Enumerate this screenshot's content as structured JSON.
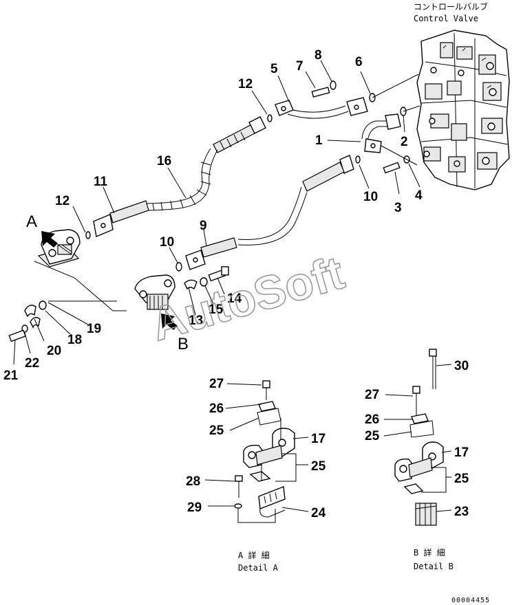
{
  "header": {
    "title_jp": "コントロールバルブ",
    "title_en": "Control Valve"
  },
  "watermark": "AutoSoft",
  "view_letters": {
    "a": "A",
    "b": "B"
  },
  "callouts": [
    {
      "id": "c1",
      "text": "1"
    },
    {
      "id": "c2",
      "text": "2"
    },
    {
      "id": "c3",
      "text": "3"
    },
    {
      "id": "c4",
      "text": "4"
    },
    {
      "id": "c5",
      "text": "5"
    },
    {
      "id": "c6",
      "text": "6"
    },
    {
      "id": "c7",
      "text": "7"
    },
    {
      "id": "c8",
      "text": "8"
    },
    {
      "id": "c9",
      "text": "9"
    },
    {
      "id": "c10a",
      "text": "10"
    },
    {
      "id": "c10b",
      "text": "10"
    },
    {
      "id": "c11",
      "text": "11"
    },
    {
      "id": "c12a",
      "text": "12"
    },
    {
      "id": "c12b",
      "text": "12"
    },
    {
      "id": "c13",
      "text": "13"
    },
    {
      "id": "c14",
      "text": "14"
    },
    {
      "id": "c15",
      "text": "15"
    },
    {
      "id": "c16",
      "text": "16"
    },
    {
      "id": "c17a",
      "text": "17"
    },
    {
      "id": "c17b",
      "text": "17"
    },
    {
      "id": "c18",
      "text": "18"
    },
    {
      "id": "c19",
      "text": "19"
    },
    {
      "id": "c20",
      "text": "20"
    },
    {
      "id": "c21",
      "text": "21"
    },
    {
      "id": "c22",
      "text": "22"
    },
    {
      "id": "c23",
      "text": "23"
    },
    {
      "id": "c24",
      "text": "24"
    },
    {
      "id": "c25a",
      "text": "25"
    },
    {
      "id": "c25b",
      "text": "25"
    },
    {
      "id": "c25c",
      "text": "25"
    },
    {
      "id": "c25d",
      "text": "25"
    },
    {
      "id": "c26a",
      "text": "26"
    },
    {
      "id": "c26b",
      "text": "26"
    },
    {
      "id": "c27a",
      "text": "27"
    },
    {
      "id": "c27b",
      "text": "27"
    },
    {
      "id": "c28",
      "text": "28"
    },
    {
      "id": "c29",
      "text": "29"
    },
    {
      "id": "c30",
      "text": "30"
    }
  ],
  "details": {
    "a": {
      "jp": "A 詳 細",
      "en": "Detail A"
    },
    "b": {
      "jp": "B 詳 細",
      "en": "Detail B"
    }
  },
  "figure_code": "00004455"
}
